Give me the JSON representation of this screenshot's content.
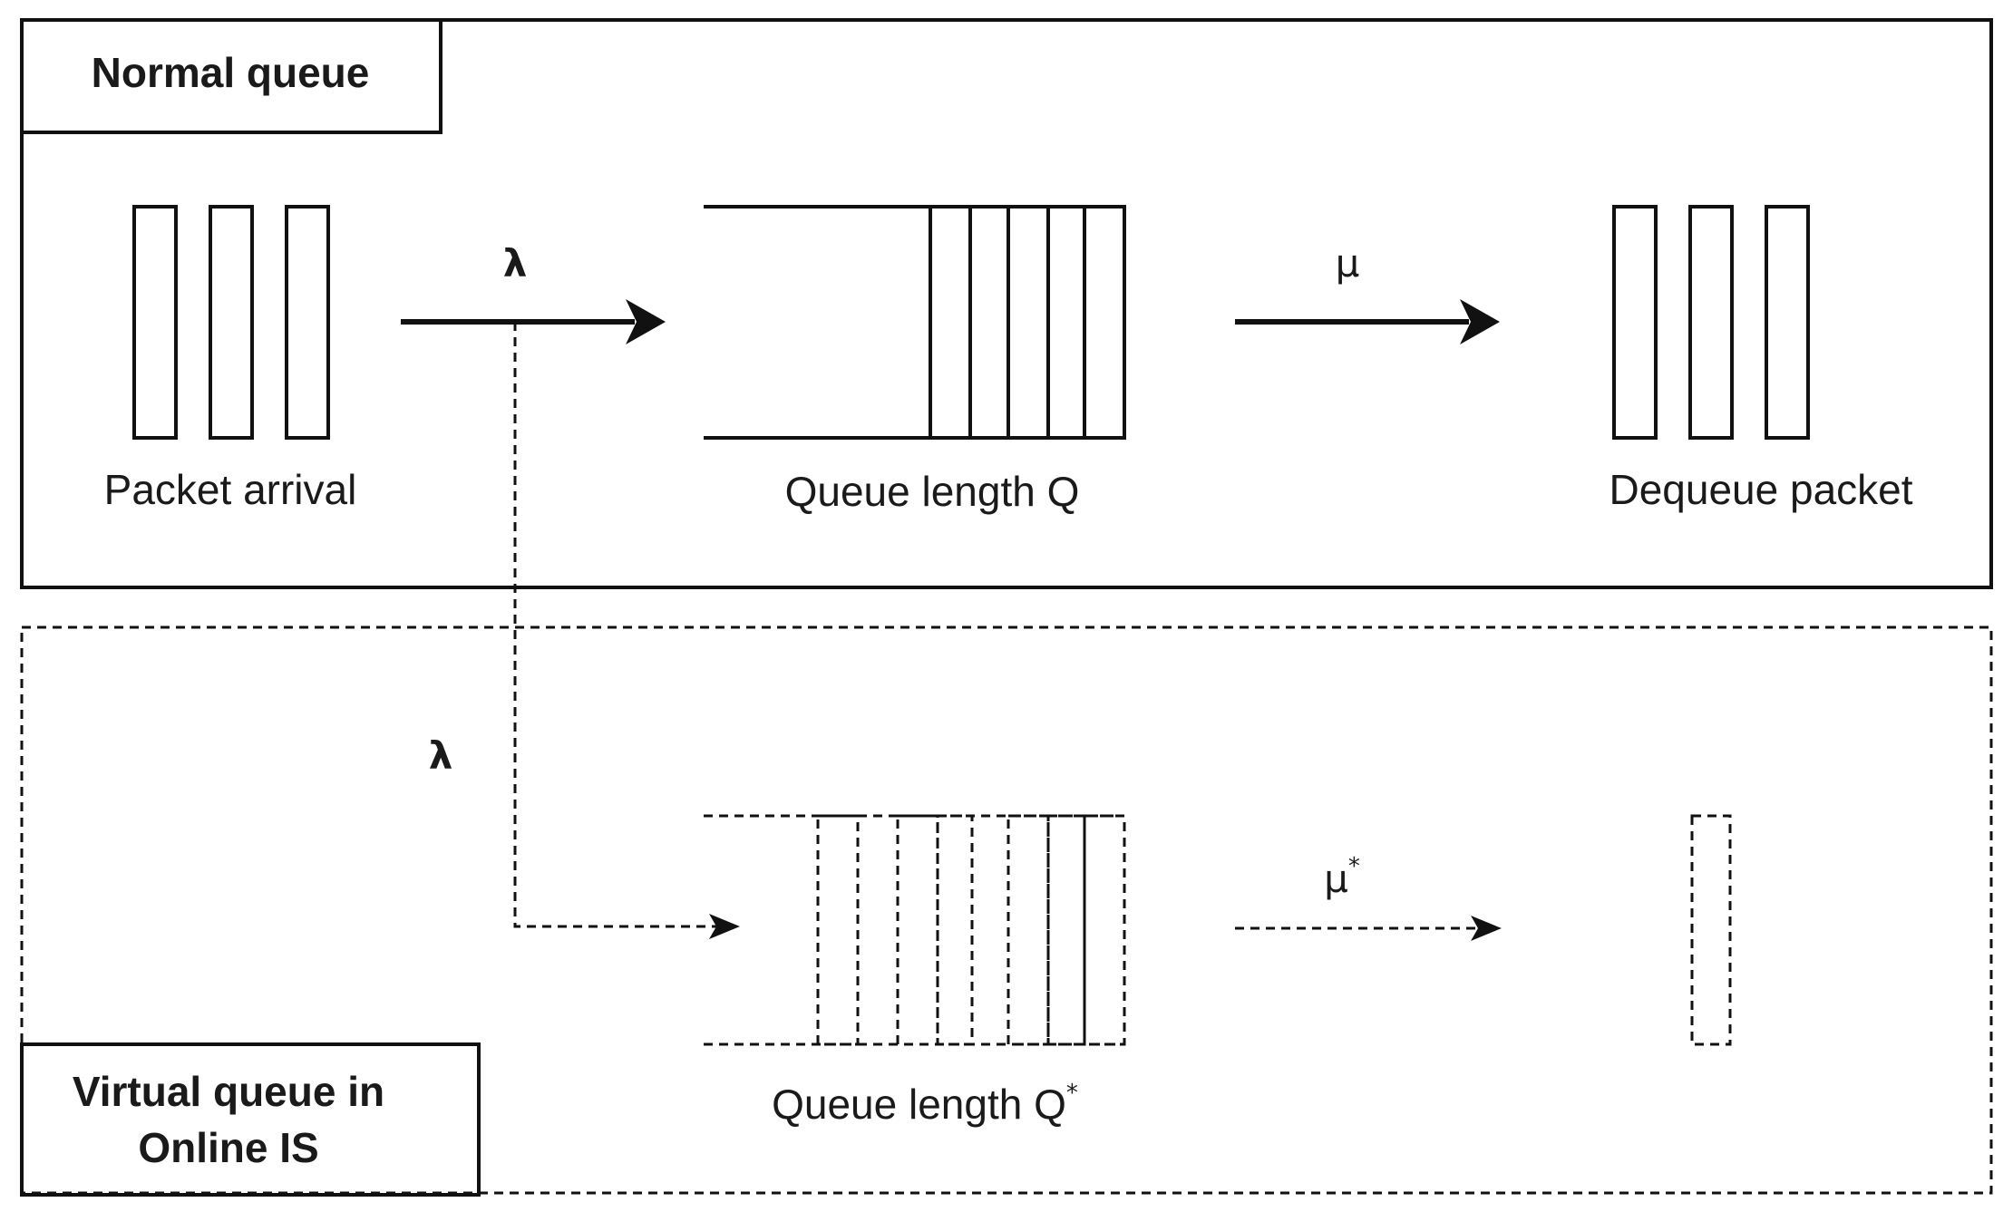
{
  "normal_queue": {
    "title": "Normal queue",
    "arrival_label": "Packet arrival",
    "arrival_rate_symbol": "λ",
    "queue_label": "Queue length Q",
    "service_rate_symbol": "μ",
    "dequeue_label": "Dequeue packet"
  },
  "virtual_queue": {
    "title_line1": "Virtual queue in",
    "title_line2": "Online IS",
    "arrival_rate_symbol": "λ",
    "queue_label": "Queue length Q",
    "queue_label_superscript": "*",
    "service_rate_symbol": "μ",
    "service_rate_superscript": "*"
  }
}
